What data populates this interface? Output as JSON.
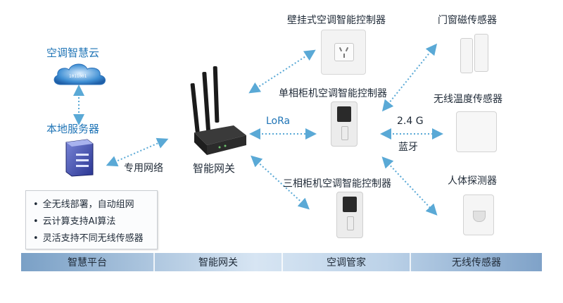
{
  "cloud": {
    "label": "空调智慧云"
  },
  "server": {
    "label": "本地服务器"
  },
  "gateway": {
    "label": "智能网关"
  },
  "links": {
    "private_network": "专用网络",
    "lora": "LoRa",
    "freq": "2.4 G",
    "bluetooth": "蓝牙"
  },
  "controllers": [
    {
      "label": "壁挂式空调智能控制器"
    },
    {
      "label": "单相柜机空调智能控制器"
    },
    {
      "label": "三相柜机空调智能控制器"
    }
  ],
  "sensors": [
    {
      "label": "门窗磁传感器"
    },
    {
      "label": "无线温度传感器"
    },
    {
      "label": "人体探测器"
    }
  ],
  "features": [
    "全无线部署，自动组网",
    "云计算支持AI算法",
    "灵活支持不同无线传感器"
  ],
  "bottom_bar": {
    "segments": [
      "智慧平台",
      "智能网关",
      "空调管家",
      "无线传感器"
    ]
  },
  "colors": {
    "link_arrow": "#5aa9d6",
    "cloud_blue": "#3f8fd4",
    "server_blue": "#3b4bb0",
    "label_blue": "#1f74b6"
  }
}
